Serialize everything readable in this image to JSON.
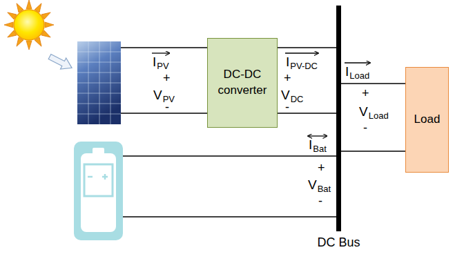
{
  "diagram": {
    "nodes": [
      {
        "text": [
          "DC-DC converter"
        ]
      },
      {
        "text": [
          "DC Bus"
        ]
      },
      {
        "text": [
          "Load"
        ]
      }
    ],
    "edges": [
      {
        "from": 0,
        "to": 1,
        "arrow": "none"
      },
      {
        "from": 0,
        "to": 1,
        "arrow": "none"
      },
      {
        "from": 1,
        "to": 2,
        "arrow": "none"
      },
      {
        "from": 1,
        "to": 2,
        "arrow": "none"
      }
    ],
    "labels": [
      "I",
      "PV",
      "+",
      "V",
      "PV",
      "-",
      "I",
      "PV-DC",
      "+",
      "V",
      "DC",
      "-",
      "I",
      "Load",
      "+",
      "V",
      "Load",
      "-",
      "I",
      "Bat",
      "+",
      "V",
      "Bat",
      "-"
    ]
  }
}
